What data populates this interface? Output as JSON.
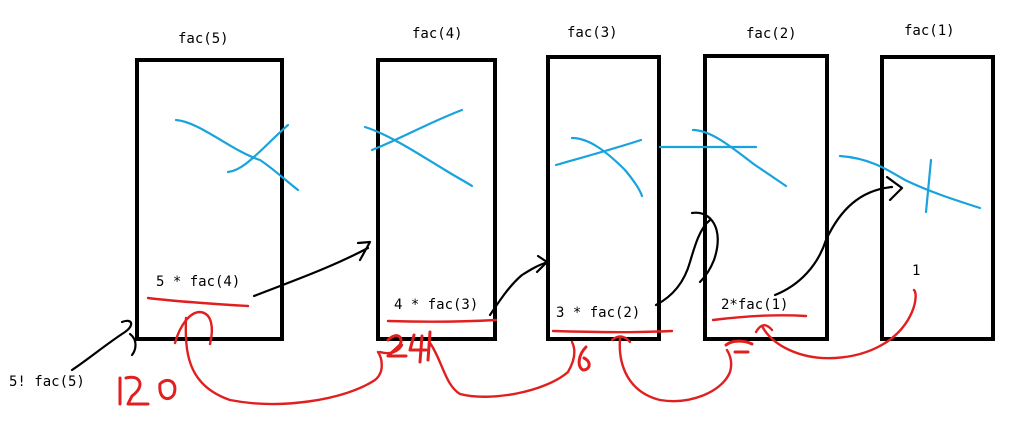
{
  "frames": [
    {
      "title": "fac(5)",
      "expr": "5 * fac(4)"
    },
    {
      "title": "fac(4)",
      "expr": "4 * fac(3)"
    },
    {
      "title": "fac(3)",
      "expr": "3 * fac(2)"
    },
    {
      "title": "fac(2)",
      "expr": "2*fac(1)"
    },
    {
      "title": "fac(1)",
      "expr": "1"
    }
  ],
  "call_label": "5!  fac(5)",
  "colors": {
    "frame": "#000000",
    "crossed_out": "#19a3dd",
    "call_arrow": "#000000",
    "return_path": "#e02020"
  }
}
